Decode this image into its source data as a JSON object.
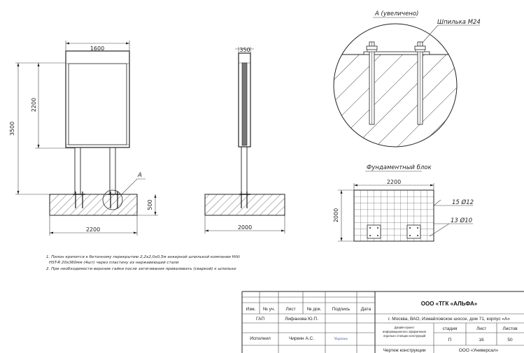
{
  "front_view": {
    "dim_width": "1600",
    "dim_panel_height": "2200",
    "dim_total_height": "3500",
    "dim_found_depth": "500",
    "dim_found_width": "2200",
    "callout": "A"
  },
  "side_view": {
    "dim_width": "350",
    "dim_found_width": "2000"
  },
  "detail": {
    "title": "A (увеличено)",
    "stud_label": "Шпилька М24"
  },
  "foundation": {
    "title": "Фундаментный блок",
    "dim_width": "2200",
    "dim_height": "2000",
    "rebar_1": "15 Ø12",
    "rebar_2": "13 Ø10"
  },
  "notes": [
    "1. Пилон крепится к бетонному перекрытию 2,2х2,0х0,5м анкерной шпилькой компании Hilti",
    "HST-R 20х360мм (4шт) через пластину из нержавеющей стали",
    "2. При необходимости верхние гайки после затягивания приваливать (сваркой) к шпильке"
  ],
  "title_block": {
    "col_headers": [
      "Изм.",
      "№ уч.",
      "Лист",
      "№ док.",
      "Подпись",
      "Дата"
    ],
    "row_gap": [
      "ГАП",
      "Лифанова Ю.П."
    ],
    "row_exec": [
      "Исполнил",
      "Чиркин А.С."
    ],
    "signature": "Чиркин",
    "company": "ООО «ТГК «АЛЬФА»",
    "address": "г. Москва, ВАО, Измайловское шоссе, дом 71, корпус «А»",
    "project_desc_1": "Дизайн-проект",
    "project_desc_2": "информационного оформления",
    "project_desc_3": "отдельно стоящих конструкций",
    "stage_label": "стадия",
    "sheet_label": "Лист",
    "sheets_label": "Листов",
    "stage": "П",
    "sheet": "16",
    "sheets": "50",
    "drawing_name": "Чертеж конструкции",
    "organization": "ООО «Универсал»"
  }
}
